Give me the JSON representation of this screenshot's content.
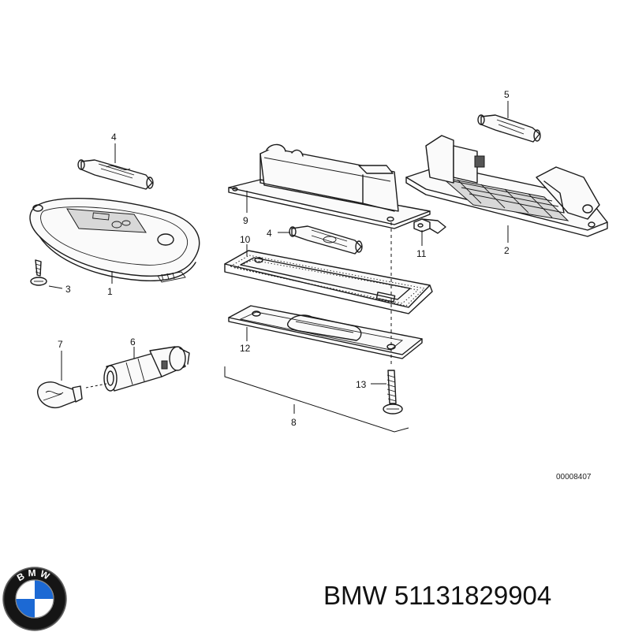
{
  "labels": {
    "l1": "1",
    "l2": "2",
    "l3": "3",
    "l4a": "4",
    "l4b": "4",
    "l5": "5",
    "l6": "6",
    "l7": "7",
    "l8": "8",
    "l9": "9",
    "l10": "10",
    "l11": "11",
    "l12": "12",
    "l13": "13"
  },
  "diagram_code": "00008407",
  "brand": {
    "name": "BMW",
    "part_number": "51131829904",
    "logo_letters": "BMW"
  },
  "colors": {
    "logo_blue": "#1c69d4",
    "logo_ring": "#111111"
  }
}
